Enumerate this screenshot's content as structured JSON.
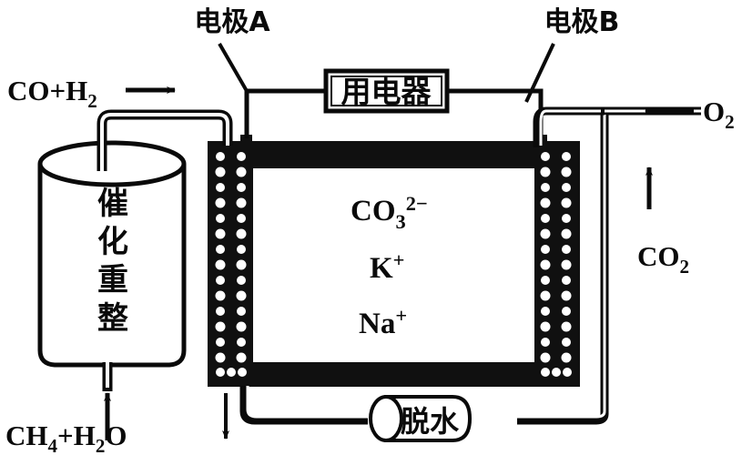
{
  "figure": {
    "title": "Molten carbonate fuel cell with catalytic reformer schematic",
    "background_color": "#ffffff",
    "ink_color": "#0a0a0a"
  },
  "labels": {
    "electrode_a": "电极A",
    "electrode_b": "电极B",
    "load_device": "用电器",
    "reformer_line_1": "催",
    "reformer_line_2": "化",
    "reformer_line_3": "重",
    "reformer_line_4": "整",
    "dehydrator": "脱水"
  },
  "streams": {
    "syngas_inlet": {
      "formula_main": "CO+H",
      "formula_sub": "2",
      "arrow": "right"
    },
    "feed_inlet": {
      "part1": "CH",
      "sub1": "4",
      "plus": "+H",
      "sub2": "2",
      "part3": "O",
      "arrow": "up"
    },
    "oxygen_inlet": {
      "formula_main": "O",
      "formula_sub": "2",
      "arrow": "left"
    },
    "carbon_dioxide_recycle": {
      "formula_main": "CO",
      "formula_sub": "2",
      "arrow": "up"
    }
  },
  "electrolyte": {
    "ion_carbonate": {
      "main": "CO",
      "sub": "3",
      "sup": "2−"
    },
    "ion_potassium": {
      "main": "K",
      "sup": "+"
    },
    "ion_sodium": {
      "main": "Na",
      "sup": "+"
    }
  },
  "colors": {
    "ink": "#0a0a0a",
    "electrode_fill": "#101010",
    "pore_fill": "#ffffff",
    "paper": "#ffffff"
  }
}
